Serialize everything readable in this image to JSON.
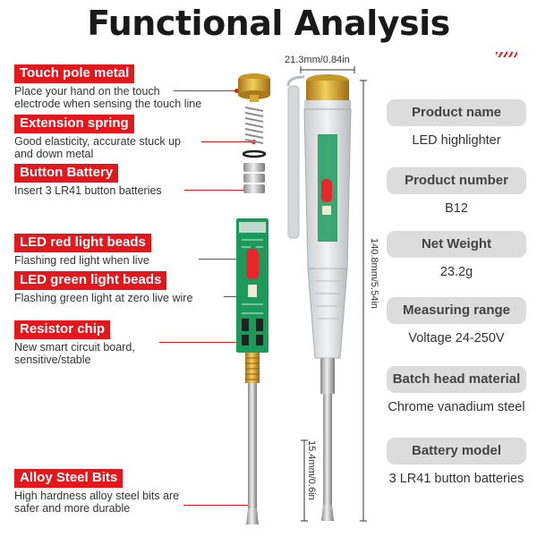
{
  "title": "Functional Analysis",
  "components": [
    {
      "label": "Touch pole metal",
      "desc": [
        "Place your hand on the touch",
        "electrode when sensing the touch line"
      ]
    },
    {
      "label": "Extension spring",
      "desc": [
        "Good elasticity, accurate stuck up",
        "and down metal"
      ]
    },
    {
      "label": "Button Battery",
      "desc": [
        "Insert 3 LR41 button batteries"
      ]
    },
    {
      "label": "LED red light beads",
      "desc": [
        "Flashing red light when live"
      ]
    },
    {
      "label": "LED green light beads",
      "desc": [
        "Flashing green light at zero live wire"
      ]
    },
    {
      "label": "Resistor chip",
      "desc": [
        "New smart circuit board,",
        "sensitive/stable"
      ]
    },
    {
      "label": "Alloy Steel Bits",
      "desc": [
        "High hardness alloy steel bits are",
        "safer and more durable"
      ]
    }
  ],
  "dimensions": {
    "width": "21.3mm/0.84in",
    "length": "140.8mm/5.54in",
    "bit": "15.4mm/0.6in"
  },
  "specs": [
    {
      "name": "Product name",
      "value": "LED highlighter"
    },
    {
      "name": "Product number",
      "value": "B12"
    },
    {
      "name": "Net Weight",
      "value": "23.2g"
    },
    {
      "name": "Measuring range",
      "value": "Voltage 24-250V"
    },
    {
      "name": "Batch head material",
      "value": "Chrome vanadium steel"
    },
    {
      "name": "Battery model",
      "value": "3 LR41 button batteries"
    }
  ],
  "colors": {
    "accent": "#e4181c",
    "spec_bg": "#dcdcdc",
    "board": "#1d9a5a",
    "gold": "#d9a521"
  }
}
